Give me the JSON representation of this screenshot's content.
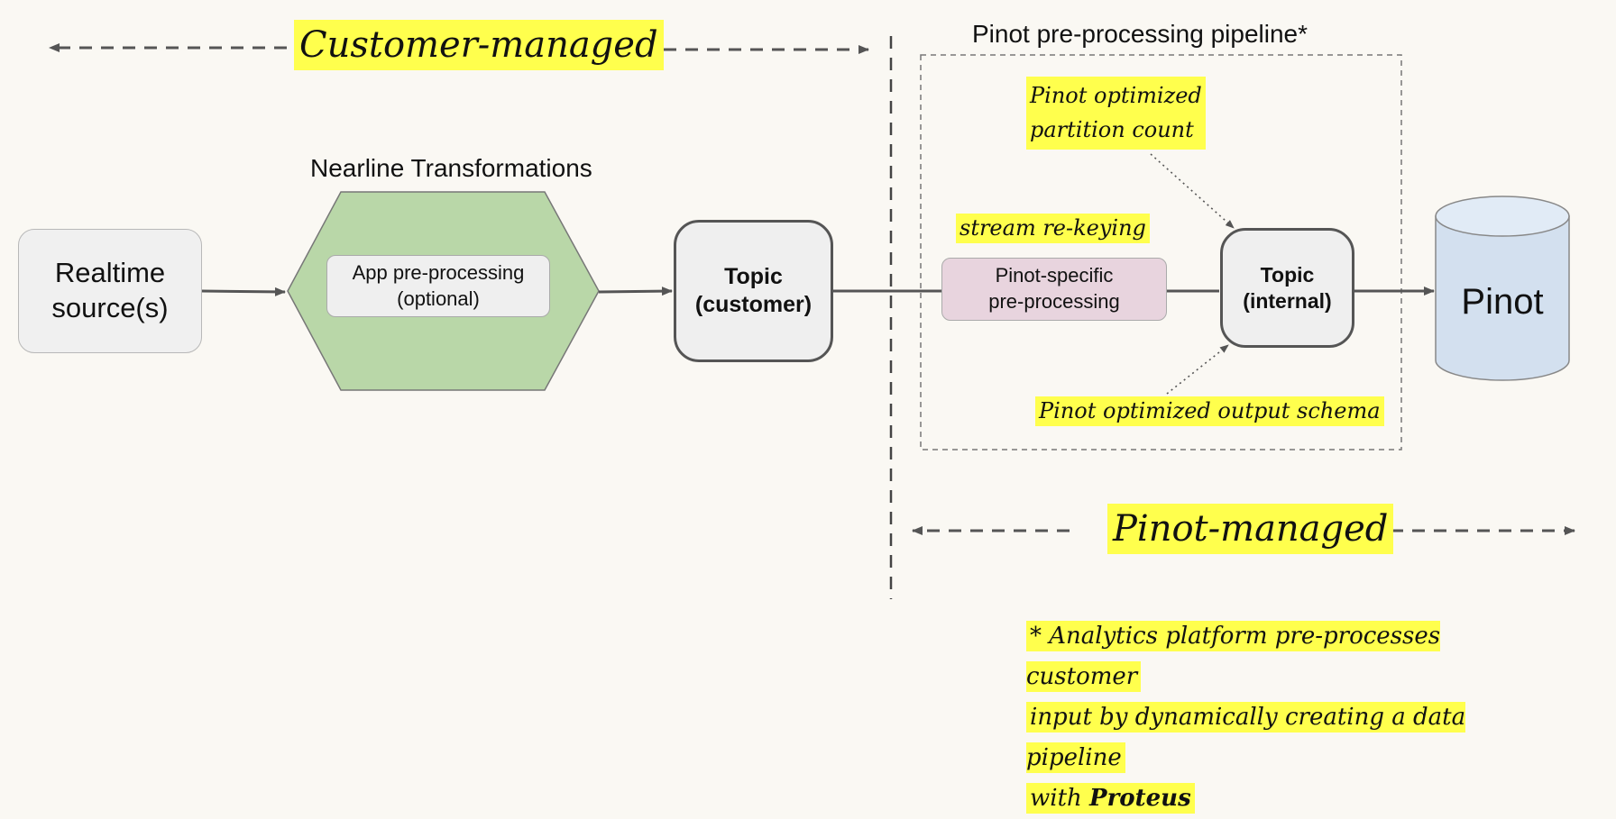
{
  "regions": {
    "customer_managed": "Customer-managed",
    "pinot_managed": "Pinot-managed"
  },
  "pipeline": {
    "title": "Pinot pre-processing pipeline*",
    "partition_note_line1": "Pinot optimized",
    "partition_note_line2": "partition count",
    "rekeying_note": "stream re-keying",
    "schema_note": "Pinot optimized output schema",
    "specific_line1": "Pinot-specific",
    "specific_line2": "pre-processing",
    "topic_internal_line1": "Topic",
    "topic_internal_line2": "(internal)"
  },
  "nodes": {
    "source_line1": "Realtime",
    "source_line2": "source(s)",
    "nearline_title": "Nearline Transformations",
    "app_line1": "App pre-processing",
    "app_line2": "(optional)",
    "topic_customer_line1": "Topic",
    "topic_customer_line2": "(customer)",
    "pinot": "Pinot"
  },
  "footnote": {
    "line1": "* Analytics platform pre-processes customer",
    "line2": "input by dynamically creating a data pipeline",
    "line3_prefix": "with ",
    "line3_bold": "Proteus"
  },
  "colors": {
    "highlight": "#ffff4d",
    "hexagon": "#b9d7a8",
    "pinot_db": "#d3e0ef",
    "pink_box": "#e8d4de",
    "line": "#555555"
  }
}
